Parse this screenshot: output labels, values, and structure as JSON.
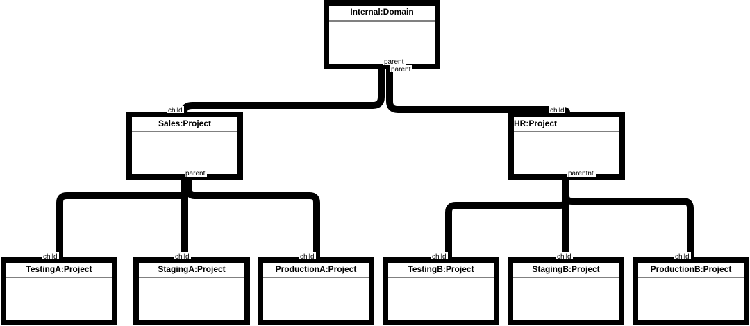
{
  "diagram": {
    "colors": {
      "stroke": "#000000",
      "background": "#ffffff"
    },
    "nodes": {
      "internal": {
        "title": "Internal:Domain"
      },
      "sales": {
        "title": "Sales:Project"
      },
      "hr": {
        "title": "HR:Project"
      },
      "testing_a": {
        "title": "TestingA:Project"
      },
      "staging_a": {
        "title": "StagingA:Project"
      },
      "production_a": {
        "title": "ProductionA:Project"
      },
      "testing_b": {
        "title": "TestingB:Project"
      },
      "staging_b": {
        "title": "StagingB:Project"
      },
      "production_b": {
        "title": "ProductionB:Project"
      }
    },
    "labels": {
      "internal_parent_1": "parent",
      "internal_parent_2": "parent",
      "sales_child": "child",
      "hr_child": "child",
      "sales_parent": "parent",
      "hr_parent": "parentnt",
      "testing_a_child": "child",
      "staging_a_child": "child",
      "production_a_child": "child",
      "testing_b_child": "child",
      "staging_b_child": "child",
      "production_b_child": "child"
    }
  }
}
